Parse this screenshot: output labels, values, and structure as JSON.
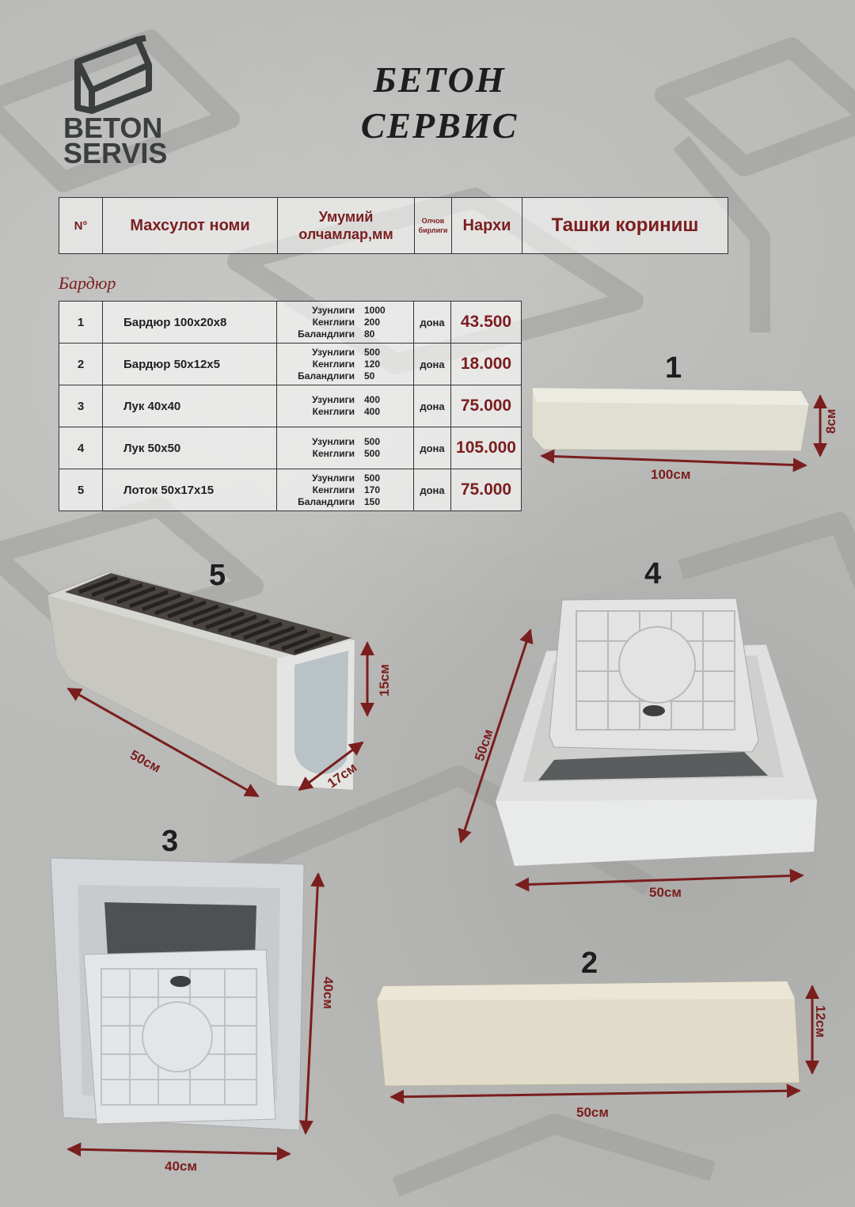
{
  "logo": {
    "line1": "BETON",
    "line2": "SERVIS"
  },
  "title": {
    "line1": "БЕТОН",
    "line2": "СЕРВИС"
  },
  "header": {
    "no": "N°",
    "name": "Махсулот номи",
    "dims_line1": "Умумий",
    "dims_line2": "олчамлар,мм",
    "unit_line1": "Олчов",
    "unit_line2": "бирлиги",
    "price": "Нархи",
    "appearance": "Ташки кориниш"
  },
  "section": "Бардюр",
  "products": [
    {
      "no": "1",
      "name": "Бардюр 100х20х8",
      "dims": [
        [
          "Узунлиги",
          "1000"
        ],
        [
          "Кенглиги",
          "200"
        ],
        [
          "Баландлиги",
          "80"
        ]
      ],
      "unit": "дона",
      "price": "43.500"
    },
    {
      "no": "2",
      "name": "Бардюр 50х12х5",
      "dims": [
        [
          "Узунлиги",
          "500"
        ],
        [
          "Кенглиги",
          "120"
        ],
        [
          "Баландлиги",
          "50"
        ]
      ],
      "unit": "дона",
      "price": "18.000"
    },
    {
      "no": "3",
      "name": "Лук 40х40",
      "dims": [
        [
          "Узунлиги",
          "400"
        ],
        [
          "Кенглиги",
          "400"
        ]
      ],
      "unit": "дона",
      "price": "75.000"
    },
    {
      "no": "4",
      "name": "Лук 50х50",
      "dims": [
        [
          "Узунлиги",
          "500"
        ],
        [
          "Кенглиги",
          "500"
        ]
      ],
      "unit": "дона",
      "price": "105.000"
    },
    {
      "no": "5",
      "name": "Лоток 50х17х15",
      "dims": [
        [
          "Узунлиги",
          "500"
        ],
        [
          "Кенглиги",
          "170"
        ],
        [
          "Баландлиги",
          "150"
        ]
      ],
      "unit": "дона",
      "price": "75.000"
    }
  ],
  "photos": {
    "p1": {
      "num": "1",
      "w": "100см",
      "h": "8см"
    },
    "p2": {
      "num": "2",
      "w": "50см",
      "h": "12см"
    },
    "p3": {
      "num": "3",
      "w": "40см",
      "h": "40см"
    },
    "p4": {
      "num": "4",
      "w": "50см",
      "h": "50см"
    },
    "p5": {
      "num": "5",
      "l": "50см",
      "w": "17см",
      "h": "15см"
    }
  },
  "colors": {
    "accent": "#7a1e1e",
    "text": "#1e1e1e",
    "concrete": "#b9b9b7"
  }
}
